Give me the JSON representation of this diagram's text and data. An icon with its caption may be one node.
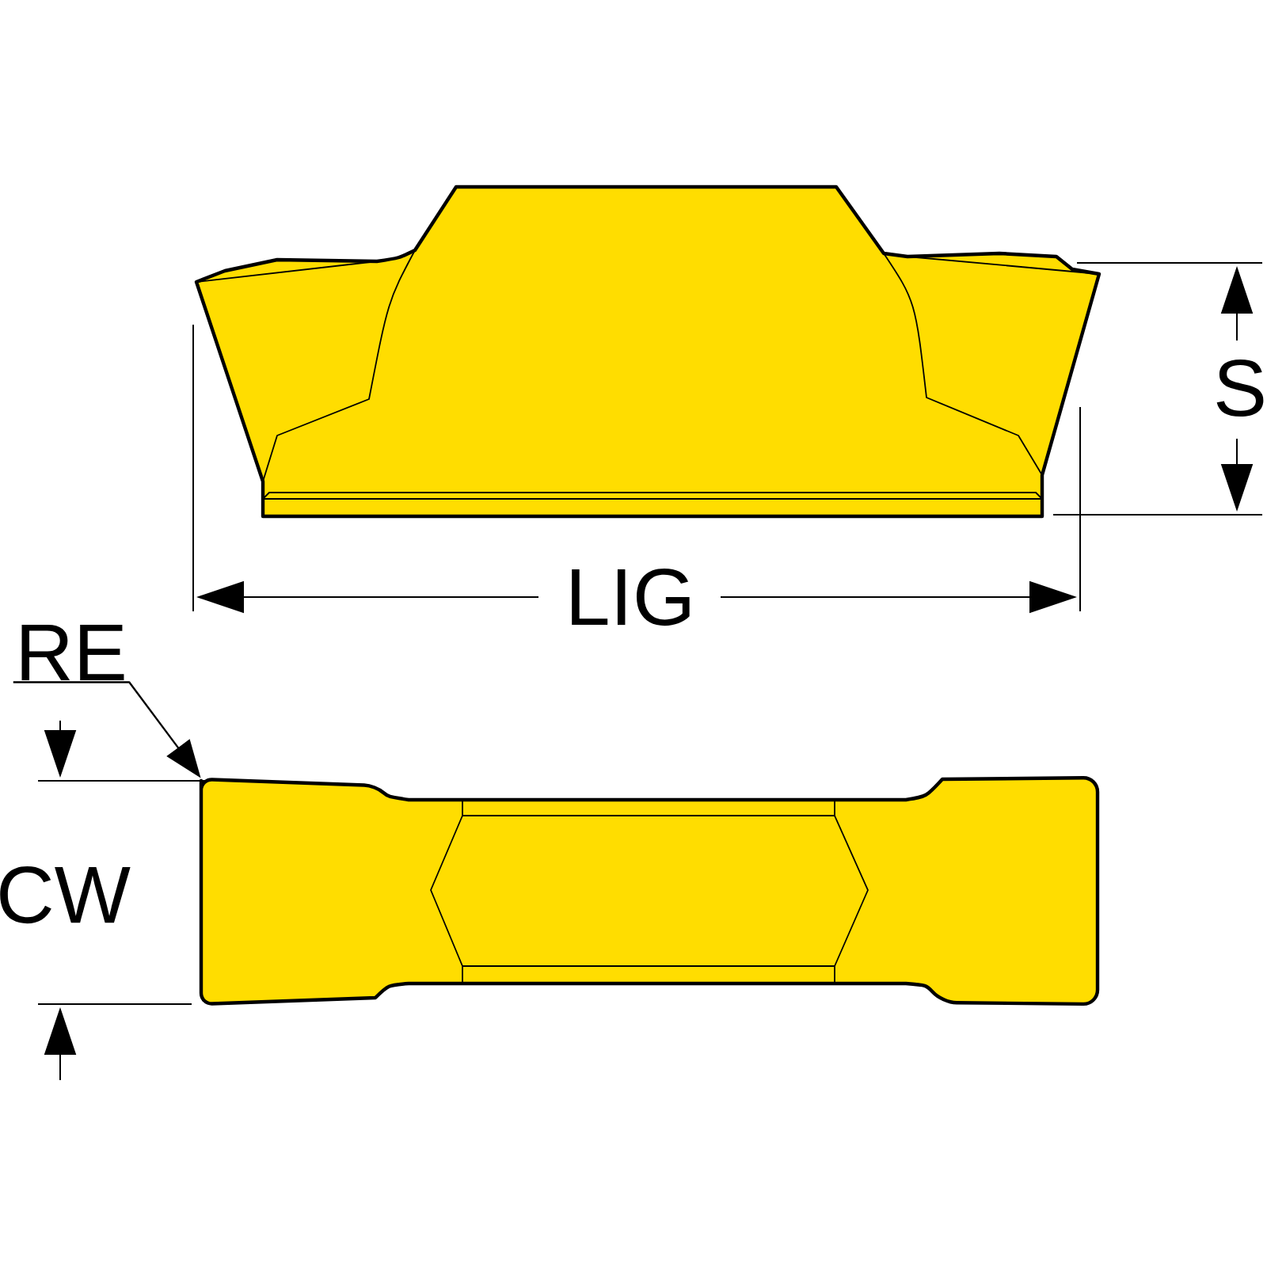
{
  "diagram": {
    "nodes": [
      {
        "text": [
          "RE"
        ]
      },
      {
        "text": [],
        "shape": "picture"
      }
    ],
    "edges": [
      {
        "from": 0,
        "to": 1,
        "arrow": "to"
      }
    ],
    "labels": [
      "S",
      "LIG",
      "CW"
    ]
  }
}
